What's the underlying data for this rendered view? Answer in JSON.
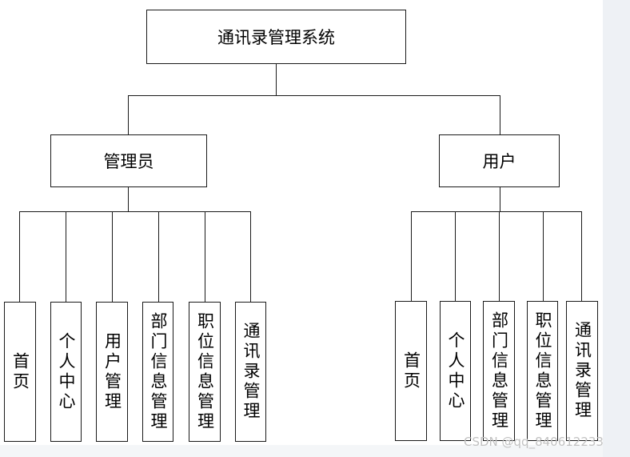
{
  "diagram": {
    "root": "通讯录管理系统",
    "admin": {
      "label": "管理员",
      "children": [
        "首页",
        "个人中心",
        "用户管理",
        "部门信息管理",
        "职位信息管理",
        "通讯录管理"
      ]
    },
    "user": {
      "label": "用户",
      "children": [
        "首页",
        "个人中心",
        "部门信息管理",
        "职位信息管理",
        "通讯录管理"
      ]
    }
  },
  "watermark": "CSDN @qq_840612233"
}
